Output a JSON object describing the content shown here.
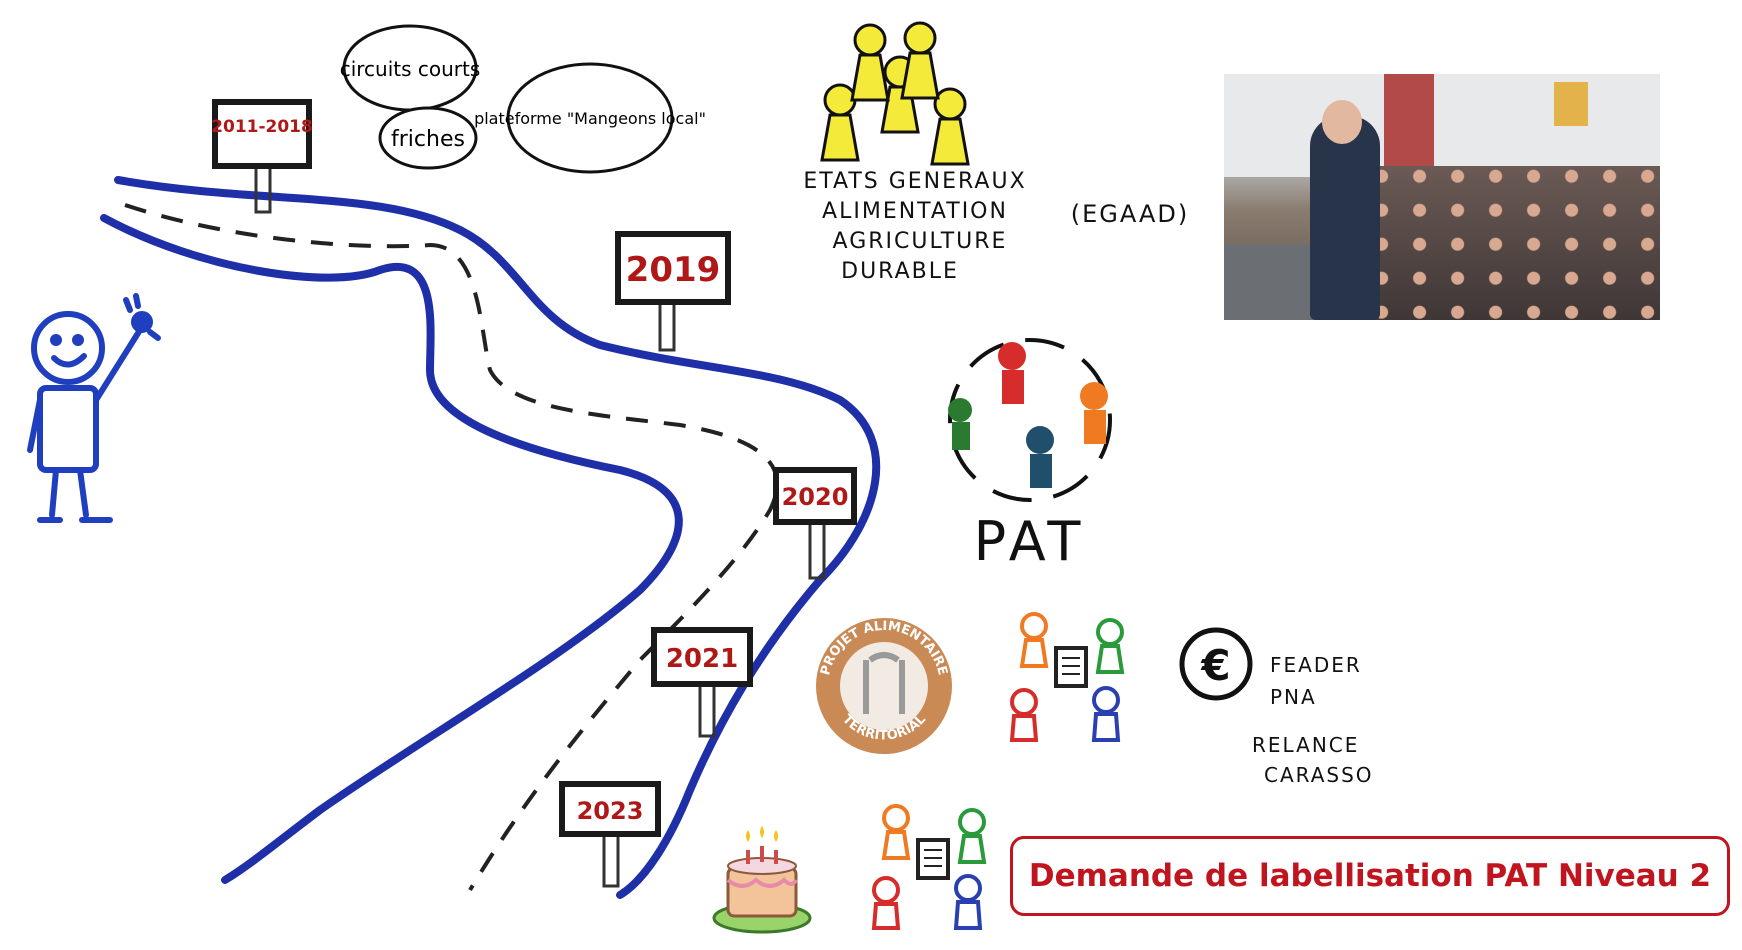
{
  "timeline": {
    "signs": [
      {
        "label": "2011-2018"
      },
      {
        "label": "2019"
      },
      {
        "label": "2020"
      },
      {
        "label": "2021"
      },
      {
        "label": "2023"
      }
    ]
  },
  "bubbles": {
    "circuits_courts": "circuits courts",
    "friches": "friches",
    "plateforme": "plateforme \"Mangeons local\""
  },
  "egaad": {
    "line1": "ETATS GENERAUX",
    "line2": "ALIMENTATION",
    "line3": "AGRICULTURE",
    "line4": "DURABLE",
    "acronym": "(EGAAD)"
  },
  "pat": {
    "label": "PAT",
    "badge_top": "PROJET ALIMENTAIRE",
    "badge_bottom": "TERRITORIAL"
  },
  "funding": {
    "symbol": "€",
    "line1": "FEADER",
    "line2": "PNA",
    "line3": "RELANCE",
    "line4": "CARASSO"
  },
  "callout": {
    "text": "Demande de labellisation PAT Niveau 2"
  },
  "colors": {
    "road": "#1f2fa8",
    "sign_text": "#b01818",
    "callout": "#c0141e",
    "stick_figure": "#1f3fbf"
  }
}
